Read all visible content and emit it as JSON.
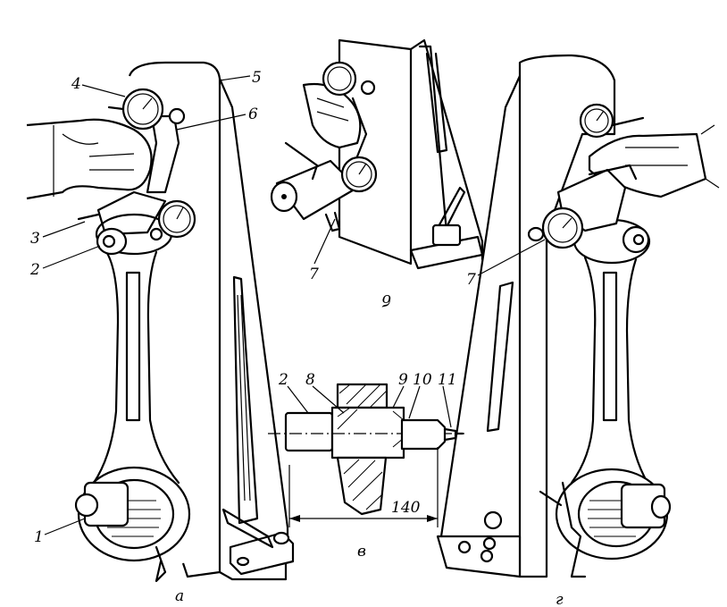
{
  "figure": {
    "panel_labels": {
      "a": "а",
      "b": "б",
      "v": "в",
      "g": "г"
    },
    "callouts": {
      "n1": "1",
      "n2": "2",
      "n3": "3",
      "n4": "4",
      "n5": "5",
      "n6": "6",
      "n7b": "7",
      "n7g": "7",
      "n2v": "2",
      "n8": "8",
      "n9": "9",
      "n10": "10",
      "n11": "11"
    },
    "dimension": "140"
  }
}
